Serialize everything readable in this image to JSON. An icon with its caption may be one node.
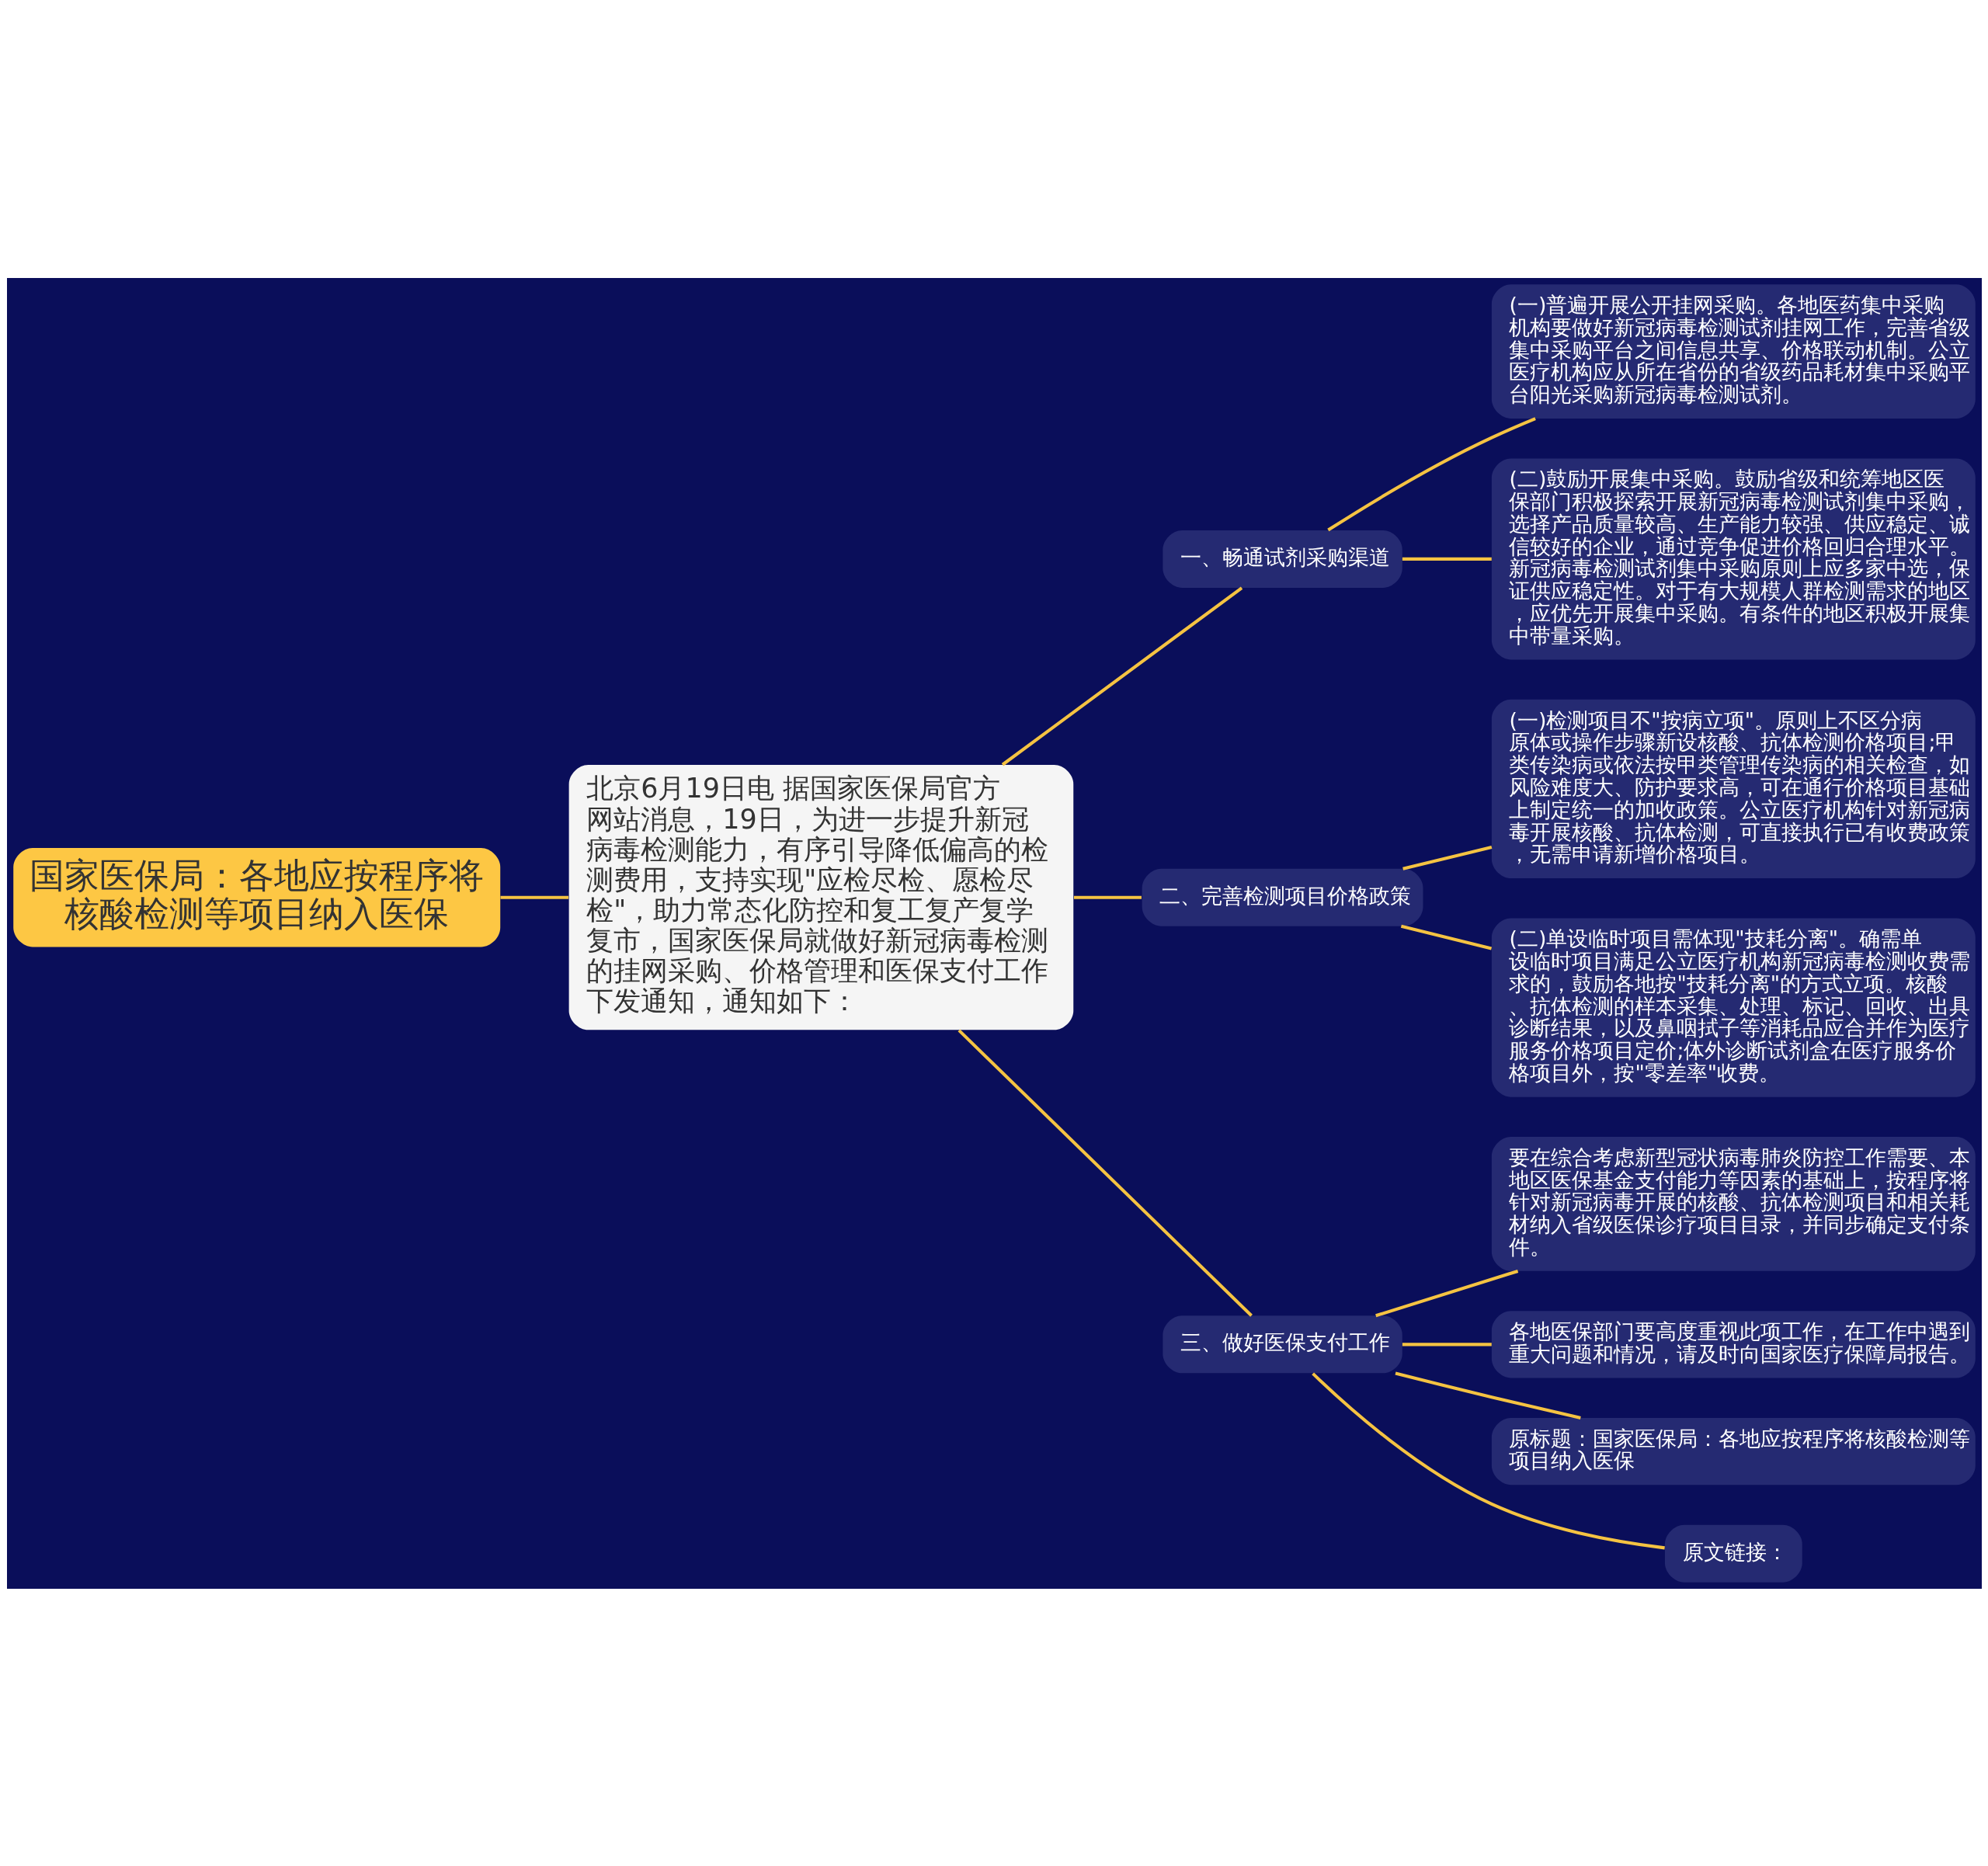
{
  "diagram": {
    "nodes": [
      {
        "text": [
          "国家医保局：各地应按程序将核酸检测等项目纳入医保"
        ]
      },
      {
        "text": [
          "北京6月19日电 据国家医保局官方网站消息，19日，为进一步提升新冠病毒检测能力，有序引导降低偏高的检测费用，支持实现\"应检尽检、愿检尽检\"，助力常态化防控和复工复产复学复市，国家医保局就做好新冠病毒检测的挂网采购、价格管理和医保支付工作下发通知，通知如下："
        ]
      },
      {
        "text": [
          "一、畅通试剂采购渠道"
        ]
      },
      {
        "text": [
          "(一)普遍开展公开挂网采购。各地医药集中采购机构要做好新冠病毒检测试剂挂网工作，完善省级集中采购平台之间信息共享、价格联动机制。公立医疗机构应从所在省份的省级药品耗材集中采购平台阳光采购新冠病毒检测试剂。"
        ]
      },
      {
        "text": [
          "(二)鼓励开展集中采购。鼓励省级和统筹地区医保部门积极探索开展新冠病毒检测试剂集中采购，选择产品质量较高、生产能力较强、供应稳定、诚信较好的企业，通过竞争促进价格回归合理水平。新冠病毒检测试剂集中采购原则上应多家中选，保证供应稳定性。对于有大规模人群检测需求的地区，应优先开展集中采购。有条件的地区积极开展集中带量采购。"
        ]
      },
      {
        "text": [
          "二、完善检测项目价格政策"
        ]
      },
      {
        "text": [
          "(一)检测项目不\"按病立项\"。原则上不区分病原体或操作步骤新设核酸、抗体检测价格项目;甲类传染病或依法按甲类管理传染病的相关检查，如风险难度大、防护要求高，可在通行价格项目基础上制定统一的加收政策。公立医疗机构针对新冠病毒开展核酸、抗体检测，可直接执行已有收费政策，无需申请新增价格项目。"
        ]
      },
      {
        "text": [
          "(二)单设临时项目需体现\"技耗分离\"。确需单设临时项目满足公立医疗机构新冠病毒检测收费需求的，鼓励各地按\"技耗分离\"的方式立项。核酸、抗体检测的样本采集、处理、标记、回收、出具诊断结果，以及鼻咽拭子等消耗品应合并作为医疗服务价格项目定价;体外诊断试剂盒在医疗服务价格项目外，按\"零差率\"收费。"
        ]
      },
      {
        "text": [
          "三、做好医保支付工作"
        ]
      },
      {
        "text": [
          "要在综合考虑新型冠状病毒肺炎防控工作需要、本地区医保基金支付能力等因素的基础上，按程序将针对新冠病毒开展的核酸、抗体检测项目和相关耗材纳入省级医保诊疗项目目录，并同步确定支付条件。"
        ]
      },
      {
        "text": [
          "各地医保部门要高度重视此项工作，在工作中遇到重大问题和情况，请及时向国家医疗保障局报告。"
        ]
      },
      {
        "text": [
          "原标题：国家医保局：各地应按程序将核酸检测等项目纳入医保"
        ]
      },
      {
        "text": [
          "原文链接："
        ]
      }
    ],
    "edges": [
      {
        "from": 0,
        "to": 1,
        "arrow": "none"
      },
      {
        "from": 1,
        "to": 2,
        "arrow": "none"
      },
      {
        "from": 2,
        "to": 3,
        "arrow": "none"
      },
      {
        "from": 2,
        "to": 4,
        "arrow": "none"
      },
      {
        "from": 1,
        "to": 5,
        "arrow": "none"
      },
      {
        "from": 5,
        "to": 6,
        "arrow": "none"
      },
      {
        "from": 5,
        "to": 7,
        "arrow": "none"
      },
      {
        "from": 1,
        "to": 8,
        "arrow": "none"
      },
      {
        "from": 8,
        "to": 9,
        "arrow": "none"
      },
      {
        "from": 8,
        "to": 10,
        "arrow": "none"
      },
      {
        "from": 8,
        "to": 11,
        "arrow": "none"
      },
      {
        "from": 8,
        "to": 12,
        "arrow": "none"
      }
    ]
  }
}
